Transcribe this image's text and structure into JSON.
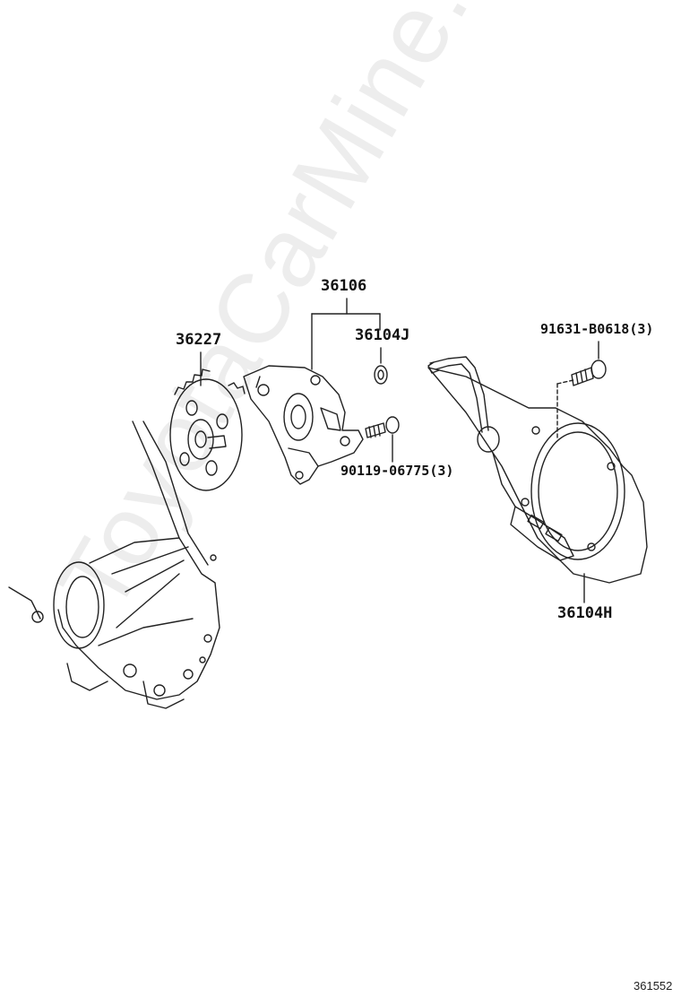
{
  "labels": {
    "assembly": "36106",
    "sprocket": "36227",
    "washer": "36104J",
    "stud_bolt": "91631-B0618(3)",
    "bolt": "90119-06775(3)",
    "cover": "36104H"
  },
  "diagram_id": "361552",
  "watermark": "ToyotaCarMine.ru",
  "colors": {
    "line": "#222222",
    "watermark": "#e6e6e6"
  }
}
